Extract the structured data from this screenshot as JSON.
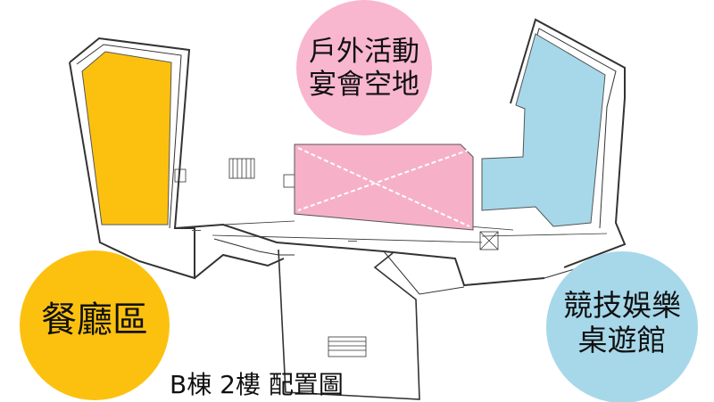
{
  "colors": {
    "dining": "#fcc10f",
    "outdoor": "#f9b6cf",
    "outdoor_fill": "#f6b1c8",
    "games": "#a6d8ea",
    "line": "#333333"
  },
  "zones": {
    "outdoor": {
      "line1": "戶外活動",
      "line2": "宴會空地"
    },
    "dining": {
      "line1": "餐廳區"
    },
    "games": {
      "line1": "競技娛樂",
      "line2": "桌遊館"
    }
  },
  "caption": "B棟 2樓  配置圖"
}
